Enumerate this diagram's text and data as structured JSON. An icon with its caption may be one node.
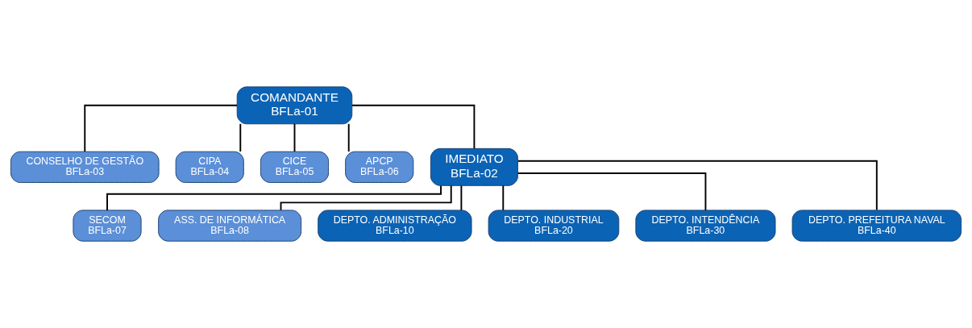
{
  "diagram": {
    "nodes": [
      {
        "text": [
          "COMANDANTE",
          "BFLa-01"
        ]
      },
      {
        "text": [
          "CONSELHO DE GESTÃO",
          "BFLa-03"
        ]
      },
      {
        "text": [
          "CIPA",
          "BFLa-04"
        ]
      },
      {
        "text": [
          "CICE",
          "BFLa-05"
        ]
      },
      {
        "text": [
          "APCP",
          "BFLa-06"
        ]
      },
      {
        "text": [
          "IMEDIATO",
          "BFLa-02"
        ]
      },
      {
        "text": [
          "SECOM",
          "BFLa-07"
        ]
      },
      {
        "text": [
          "ASS. DE INFORMÁTICA",
          "BFLa-08"
        ]
      },
      {
        "text": [
          "DEPTO. ADMINISTRAÇÃO",
          "BFLa-10"
        ]
      },
      {
        "text": [
          "DEPTO. INDUSTRIAL",
          "BFLa-20"
        ]
      },
      {
        "text": [
          "DEPTO. INTENDÊNCIA",
          "BFLa-30"
        ]
      },
      {
        "text": [
          "DEPTO. PREFEITURA NAVAL",
          "BFLa-40"
        ]
      }
    ],
    "edges": [
      {
        "from": 0,
        "to": 5,
        "arrow": "none"
      },
      {
        "from": 0,
        "to": 1,
        "arrow": "none"
      },
      {
        "from": 0,
        "to": 2,
        "arrow": "none"
      },
      {
        "from": 0,
        "to": 3,
        "arrow": "none"
      },
      {
        "from": 0,
        "to": 4,
        "arrow": "none"
      },
      {
        "from": 5,
        "to": 6,
        "arrow": "none"
      },
      {
        "from": 5,
        "to": 7,
        "arrow": "none"
      },
      {
        "from": 5,
        "to": 8,
        "arrow": "none"
      },
      {
        "from": 5,
        "to": 9,
        "arrow": "none"
      },
      {
        "from": 5,
        "to": 10,
        "arrow": "none"
      },
      {
        "from": 5,
        "to": 11,
        "arrow": "none"
      }
    ]
  }
}
